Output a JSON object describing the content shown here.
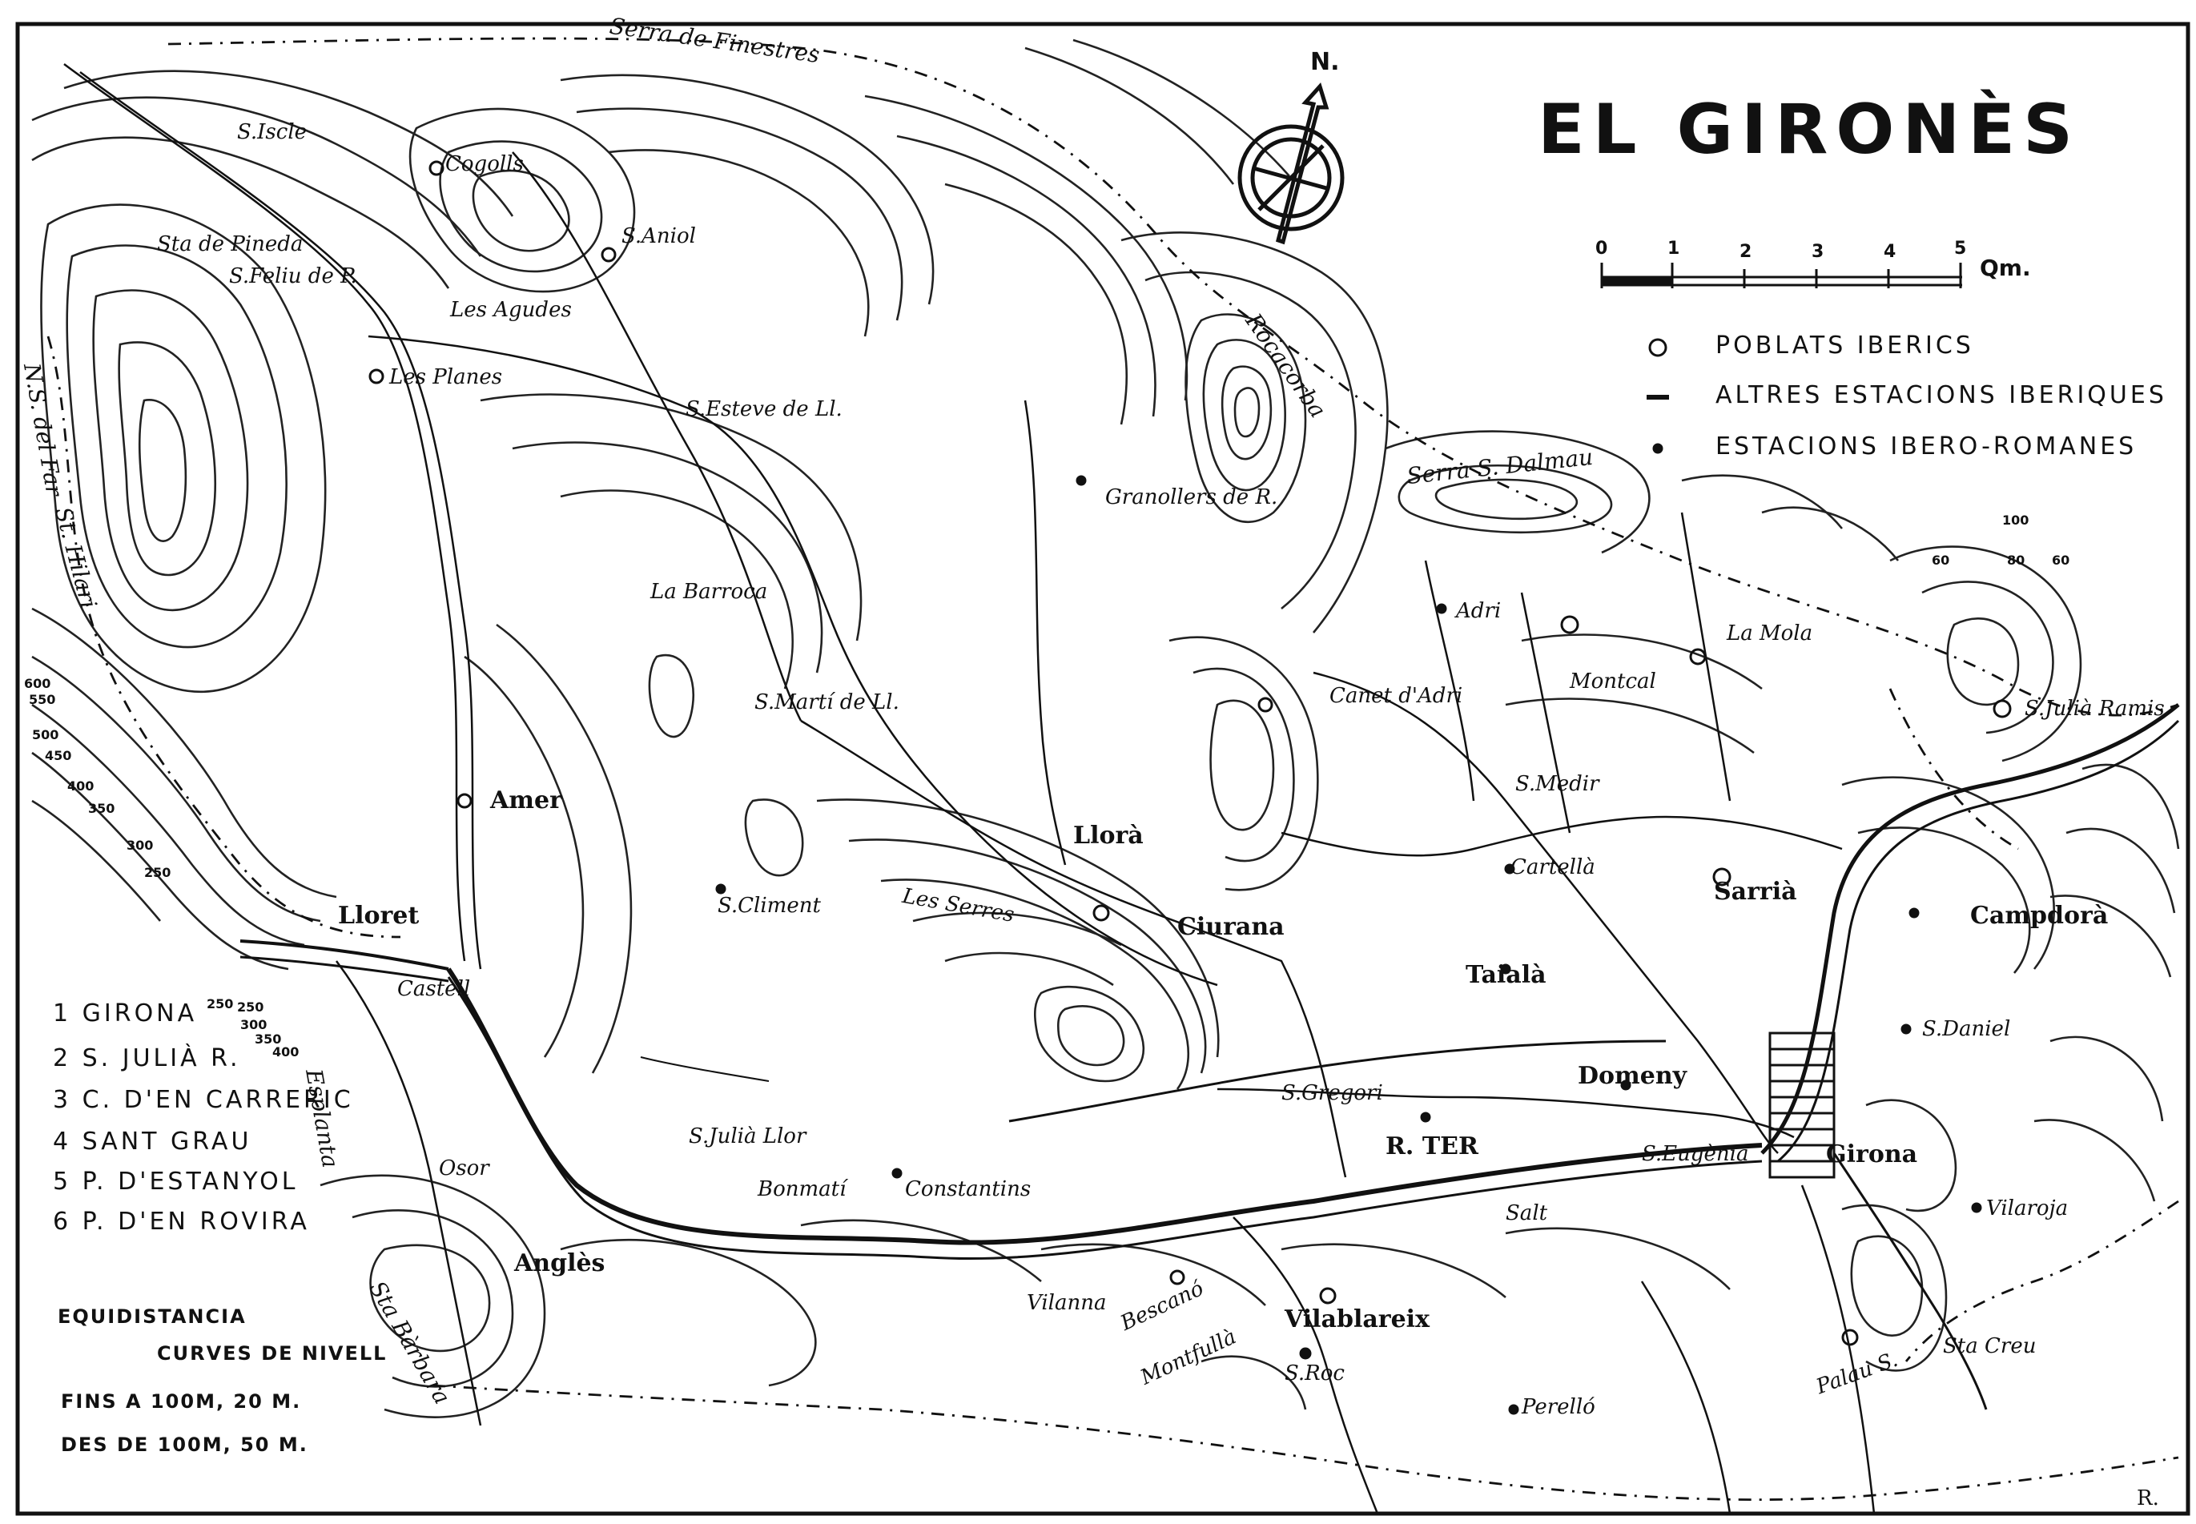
{
  "map": {
    "title": "EL GIRONÈS",
    "north": "N.",
    "scale": {
      "ticks": [
        "0",
        "1",
        "2",
        "3",
        "4",
        "5"
      ],
      "unit": "Qm."
    },
    "legend": [
      {
        "symbol": "circle",
        "label": "POBLATS IBERICS"
      },
      {
        "symbol": "dash",
        "label": "ALTRES ESTACIONS IBERIQUES"
      },
      {
        "symbol": "dot",
        "label": "ESTACIONS IBERO-ROMANES"
      }
    ],
    "references": [
      "1 GIRONA",
      "2 S. JULIÀ R.",
      "3 C. D'EN CARRERIC",
      "4 SANT GRAU",
      "5 P. D'ESTANYOL",
      "6 P. D'EN ROVIRA"
    ],
    "contour_note": {
      "heading1": "EQUIDISTANCIA",
      "heading2": "CURVES DE NIVELL",
      "line1": "FINS A 100M, 20 M.",
      "line2": "DES DE 100M, 50 M."
    },
    "places": {
      "sant_iscle": "S.Iscle",
      "cogolls": "Cogolls",
      "s_aniol": "S.Aniol",
      "s_feliu": "S.Feliu de P.",
      "s_feliu_pineda": "Sta de Pineda",
      "les_agudes": "Les Agudes",
      "les_planes": "Les Planes",
      "s_esteve": "S.Esteve de Ll.",
      "la_barroca": "La Barroca",
      "s_marti": "S.Martí de Ll.",
      "amer": "Amer",
      "lloret": "Lloret",
      "llora": "Llorà",
      "s_climent": "S.Climent",
      "les_serres": "Les Serres",
      "cartella": "Cartellà",
      "sant_medir": "S.Medir",
      "granollers": "Granollers de R.",
      "rocacorba": "Rocacorba",
      "serra_dalmau": "Serra S. Dalmau",
      "adri": "Adri",
      "canet": "Canet d'Adri",
      "la_mola": "La Mola",
      "montcal": "Montcal",
      "sarria": "Sarrià",
      "campdora": "Campdorà",
      "s_daniel": "S.Daniel",
      "girona": "Girona",
      "vilaroja": "Vilaroja",
      "palau": "Palau S.",
      "domeny": "Domeny",
      "taiala": "Taialà",
      "ciurana": "Ciurana",
      "s_gregori": "S.Gregori",
      "s_eugenia": "S.Eugènia",
      "salt": "Salt",
      "r_ter": "R. TER",
      "bonmati": "Bonmatí",
      "constantins": "Constantins",
      "s_julia_llor": "S.Julià Llor",
      "osor": "Osor",
      "anglès": "Anglès",
      "vilanna": "Vilanna",
      "bescano": "Bescanó",
      "montfullà": "Montfullà",
      "vilablareix": "Vilablareix",
      "s_roc": "S.Roc",
      "perello": "Perelló",
      "castell": "Castell",
      "sta_barbara": "Sta Bàrbara",
      "eplanta": "Esplanta",
      "st_sabina": "N.S. del Far",
      "sta_eulalia": "St. Hilari",
      "s_dalmau_ermita": "S.Julià Ramis",
      "sta_creu": "Sta Creu",
      "serra_finestres": "Serra de Finestres"
    },
    "elevations": [
      "250",
      "600",
      "550",
      "500",
      "450",
      "400",
      "350",
      "300",
      "250",
      "60",
      "100",
      "80",
      "60",
      "250",
      "300",
      "350",
      "400"
    ],
    "signature": "R."
  }
}
